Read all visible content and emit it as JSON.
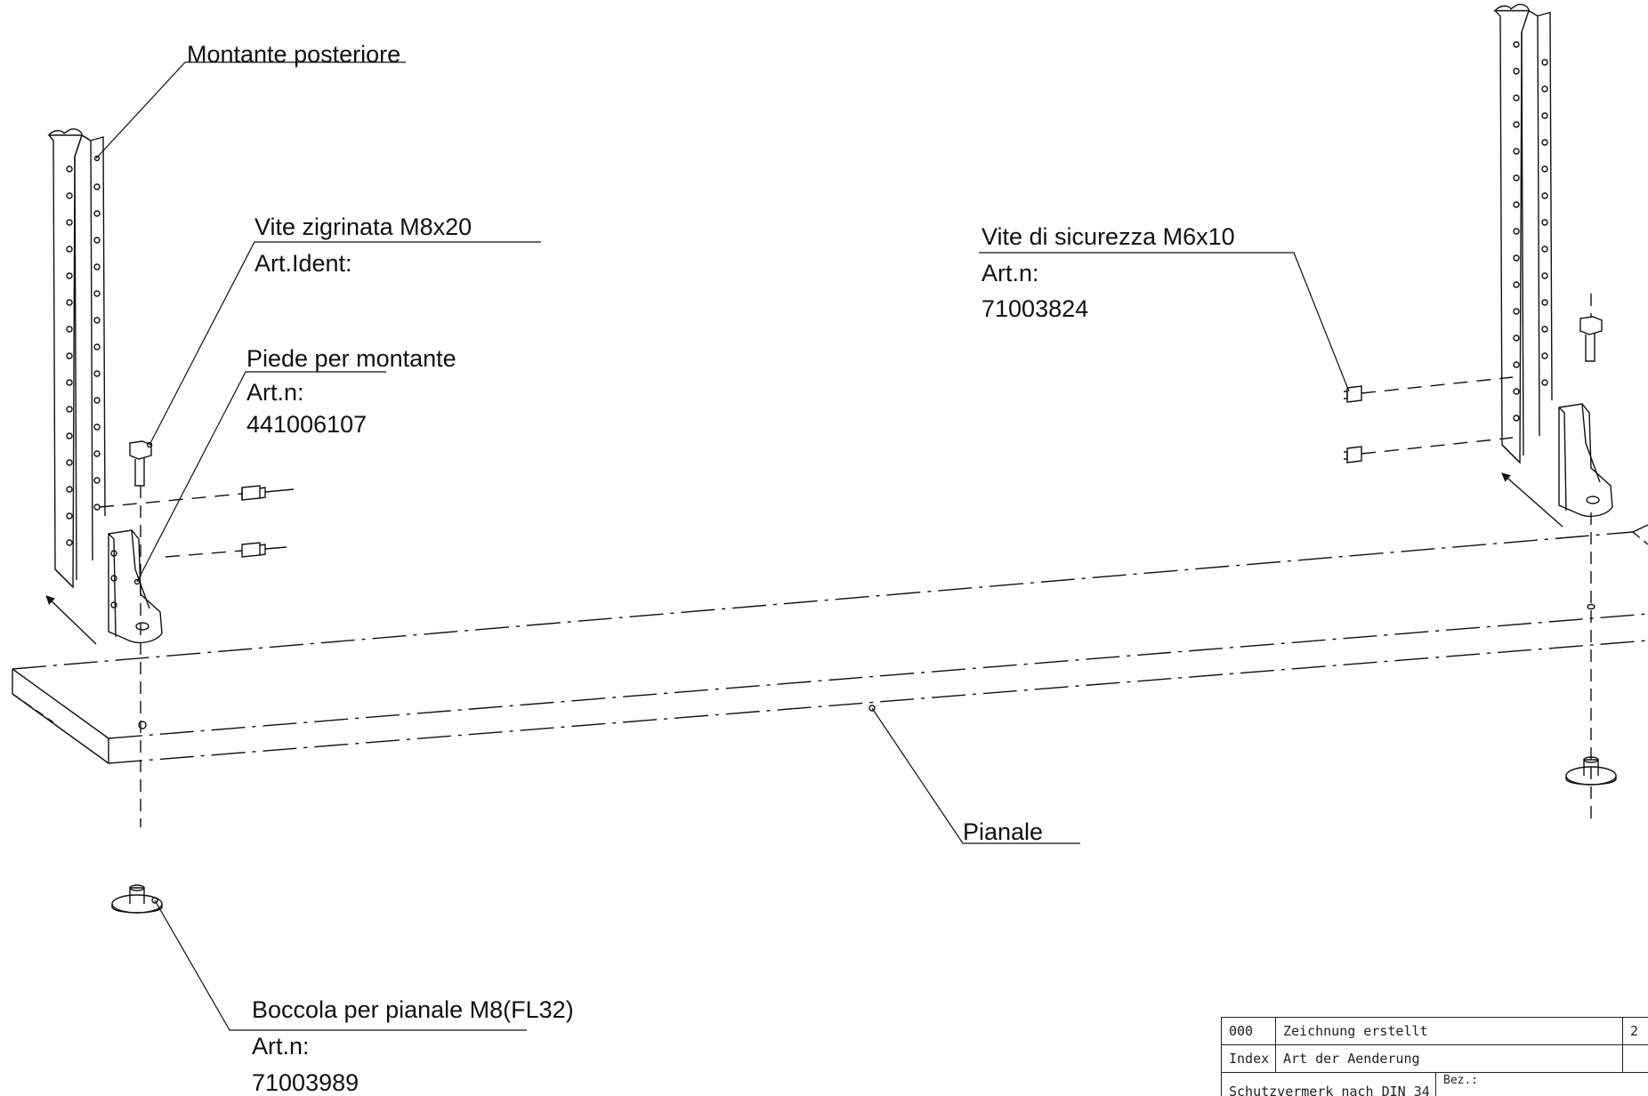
{
  "callouts": {
    "montante": "Montante posteriore",
    "vite_zigrinata": {
      "name": "Vite zigrinata M8x20",
      "art_label": "Art.Ident:"
    },
    "piede": {
      "name": "Piede per montante",
      "art_label": "Art.n:",
      "art_number": "441006107"
    },
    "vite_sicurezza": {
      "name": "Vite di sicurezza M6x10",
      "art_label": "Art.n:",
      "art_number": "71003824"
    },
    "pianale": "Pianale",
    "boccola": {
      "name": "Boccola per pianale M8(FL32)",
      "art_label": "Art.n:",
      "art_number": "71003989"
    }
  },
  "title_block": {
    "rows": [
      {
        "index": "000",
        "text": "Zeichnung erstellt",
        "extra": "2"
      },
      {
        "index": "Index",
        "text": "Art der Aenderung",
        "extra": ""
      }
    ],
    "protection_note": "Schutzvermerk nach DIN 34",
    "designation_label": "Bez.:"
  }
}
